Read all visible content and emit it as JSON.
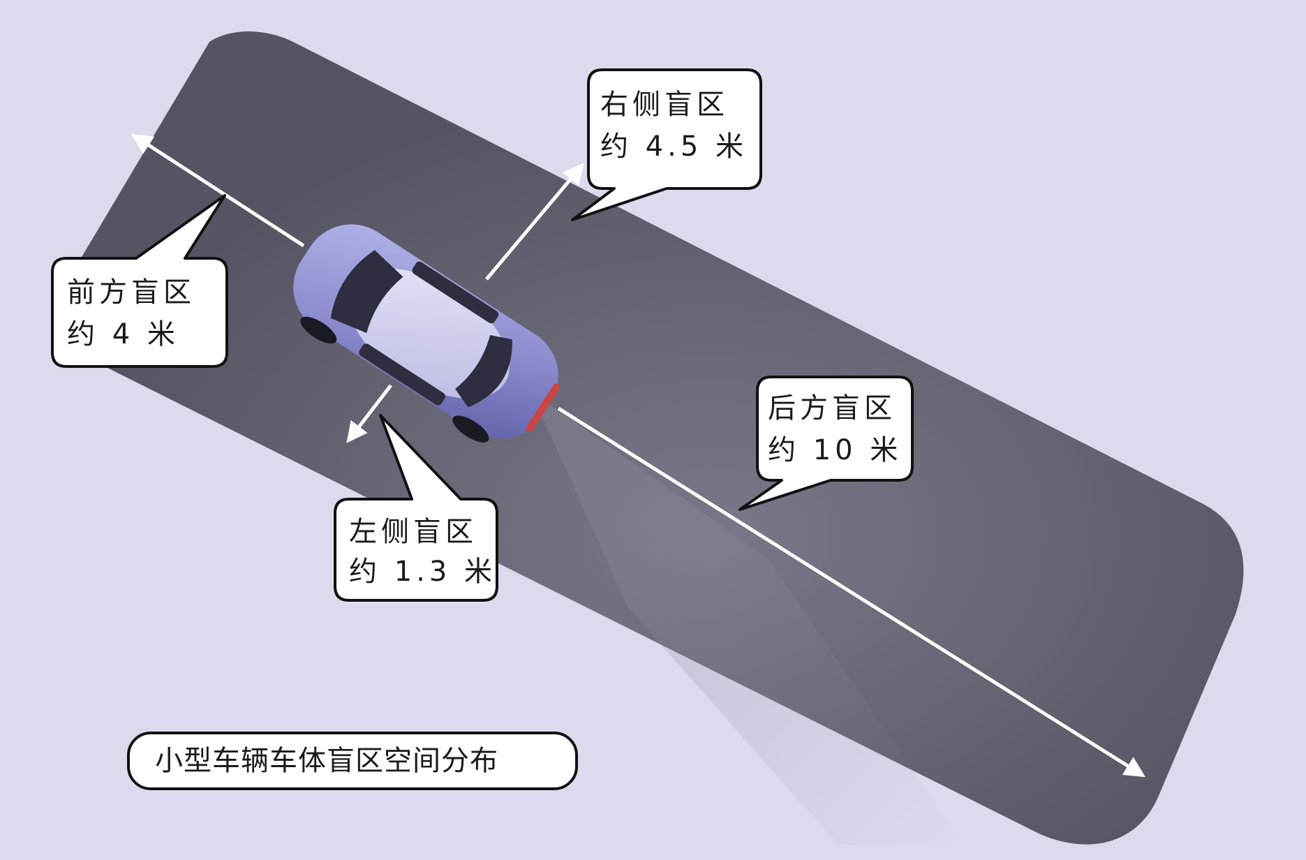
{
  "callouts": {
    "front": {
      "line1": "前方盲区",
      "line2": "约 4 米"
    },
    "right": {
      "line1": "右侧盲区",
      "line2": "约 4.5 米"
    },
    "rear": {
      "line1": "后方盲区",
      "line2": "约 10 米"
    },
    "left": {
      "line1": "左侧盲区",
      "line2": "约 1.3 米"
    }
  },
  "caption": "小型车辆车体盲区空间分布",
  "colors": {
    "background": "#dcdaec",
    "zone": "#5b5a68",
    "car_body": "#8c8ccc",
    "arrow": "#ffffff",
    "callout_fill": "#ffffff",
    "callout_border": "#111111"
  }
}
